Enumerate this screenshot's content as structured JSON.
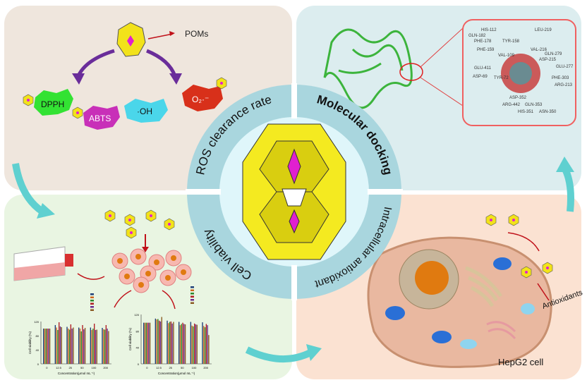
{
  "ros_panel": {
    "poms_label": "POMs",
    "radicals": [
      "DPPH",
      "ABTS",
      "·OH",
      "O₂·⁻"
    ]
  },
  "docking_panel": {
    "residues": [
      "LEU-219",
      "HIS-112",
      "GLN-182",
      "PHE-178",
      "TYR-158",
      "PHE-159",
      "VAL-216",
      "GLN-279",
      "VAL-109",
      "ASP-215",
      "GLU-411",
      "GLU-277",
      "ASP-69",
      "TYR-72",
      "PHE-303",
      "ARG-213",
      "ASP-352",
      "ARG-442",
      "GLN-353",
      "HIS-351",
      "ASN-350"
    ]
  },
  "ring_labels": {
    "top_left": "ROS clearance rate",
    "top_right": "Molecular docking",
    "bottom_left": "Cell viability",
    "bottom_right": "Intracellular antioxidant"
  },
  "cell_panel": {
    "antioxidants_label": "Antioxidants",
    "cell_label": "HepG2 cell"
  },
  "colors": {
    "series": [
      "#1f3e78",
      "#d0661c",
      "#2c8a2c",
      "#b01e24",
      "#6a2c8c",
      "#8a5a22"
    ]
  },
  "chart_data": [
    {
      "type": "bar",
      "ylabel": "Cell viability (%)",
      "xlabel": "Concentration(μmol mL⁻¹)",
      "categories": [
        "0",
        "12.5",
        "25",
        "50",
        "100",
        "200"
      ],
      "yticks": [
        "0",
        "40",
        "80",
        "120"
      ],
      "ylim": [
        0,
        120
      ],
      "series": [
        [
          100,
          110,
          105,
          103,
          103,
          102
        ],
        [
          100,
          103,
          100,
          100,
          96,
          98
        ],
        [
          100,
          96,
          97,
          92,
          100,
          97
        ],
        [
          100,
          118,
          112,
          110,
          114,
          110
        ],
        [
          100,
          106,
          100,
          98,
          96,
          100
        ],
        [
          100,
          104,
          103,
          102,
          97,
          93
        ]
      ]
    },
    {
      "type": "bar",
      "ylabel": "Cell viability (%)",
      "xlabel": "Concentration(μmol mL⁻¹)",
      "categories": [
        "0",
        "12.5",
        "25",
        "50",
        "100",
        "200"
      ],
      "yticks": [
        "0",
        "40",
        "80",
        "120"
      ],
      "ylim": [
        0,
        120
      ],
      "series": [
        [
          100,
          110,
          105,
          102,
          102,
          101
        ],
        [
          100,
          108,
          99,
          94,
          93,
          92
        ],
        [
          100,
          109,
          102,
          97,
          91,
          89
        ],
        [
          100,
          105,
          103,
          100,
          98,
          97
        ],
        [
          100,
          103,
          98,
          97,
          96,
          94
        ],
        [
          100,
          114,
          102,
          96,
          95,
          70
        ]
      ]
    }
  ]
}
